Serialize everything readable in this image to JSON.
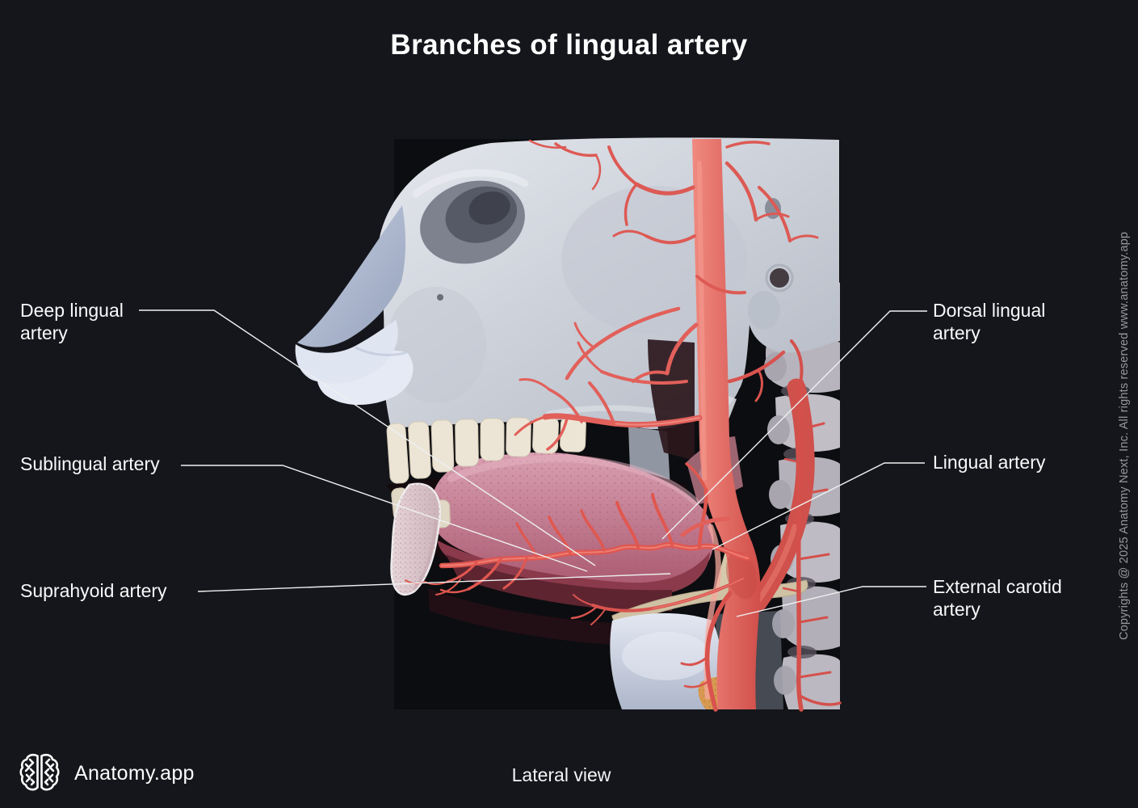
{
  "title": "Branches of lingual artery",
  "view_label": "Lateral view",
  "brand": {
    "name": "Anatomy.app",
    "logo_icon": "brain-icon"
  },
  "copyright": "Copyrights @ 2025 Anatomy Next, Inc. All rights reserved www.anatomy.app",
  "labels": [
    {
      "id": "deep-lingual-artery",
      "side": "left",
      "line1": "Deep lingual",
      "line2": "artery"
    },
    {
      "id": "sublingual-artery",
      "side": "left",
      "line1": "Sublingual artery",
      "line2": ""
    },
    {
      "id": "suprahyoid-artery",
      "side": "left",
      "line1": "Suprahyoid artery",
      "line2": ""
    },
    {
      "id": "dorsal-lingual-artery",
      "side": "right",
      "line1": "Dorsal lingual",
      "line2": "artery"
    },
    {
      "id": "lingual-artery",
      "side": "right",
      "line1": "Lingual artery",
      "line2": ""
    },
    {
      "id": "external-carotid-artery",
      "side": "right",
      "line1": "External carotid",
      "line2": "artery"
    }
  ],
  "illustration": {
    "subject": "Lateral view of a skull with tongue, showing lingual artery branches",
    "structures": [
      "skull",
      "orbit",
      "nasal cartilage",
      "upper teeth",
      "lower teeth",
      "mandible cross-section",
      "tongue",
      "lingual artery branches",
      "external carotid artery",
      "hyoid bone",
      "cervical vertebrae",
      "larynx",
      "thyroid gland"
    ]
  },
  "colors": {
    "background": "#14161b",
    "figure_background": "#0c0d10",
    "text": "#f8f9fa",
    "leader_line": "#eef0f1",
    "copyright_text": "#96989c",
    "artery": "#e0574f",
    "bone": "#ccd1d9",
    "tongue": "#c5829a",
    "cartilage": "#c3cde0",
    "thyroid_gland": "#d89a52"
  }
}
